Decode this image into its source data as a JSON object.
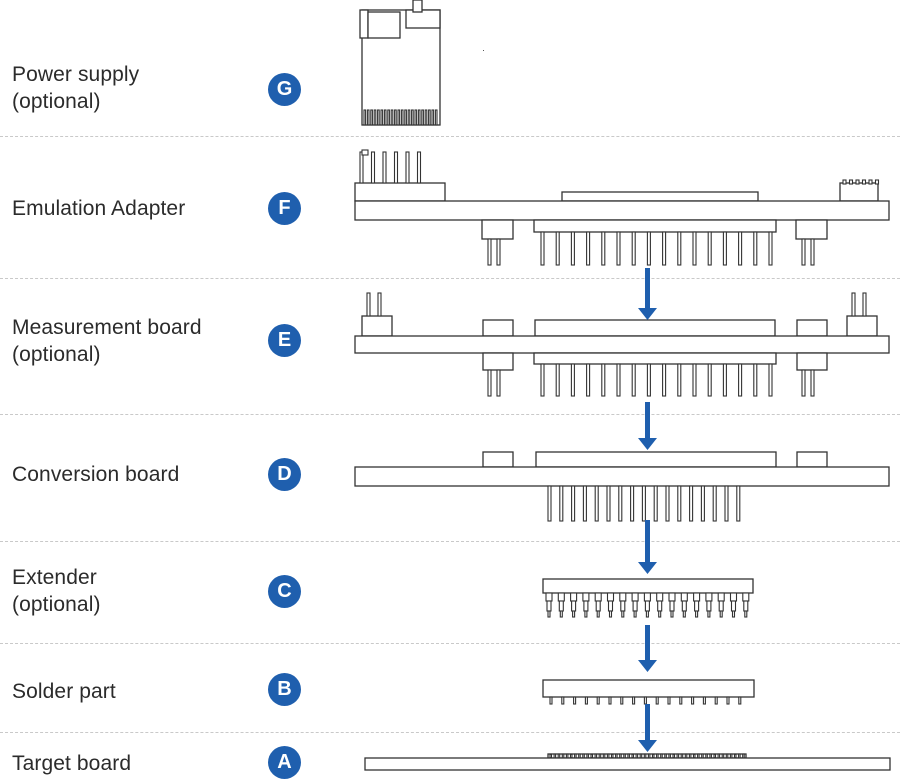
{
  "rows": [
    {
      "letter": "G",
      "label_lines": [
        "Power supply",
        "(optional)"
      ]
    },
    {
      "letter": "F",
      "label_lines": [
        "Emulation Adapter"
      ]
    },
    {
      "letter": "E",
      "label_lines": [
        "Measurement board",
        "(optional)"
      ]
    },
    {
      "letter": "D",
      "label_lines": [
        "Conversion board"
      ]
    },
    {
      "letter": "C",
      "label_lines": [
        "Extender",
        "(optional)"
      ]
    },
    {
      "letter": "B",
      "label_lines": [
        "Solder part"
      ]
    },
    {
      "letter": "A",
      "label_lines": [
        "Target board"
      ]
    }
  ],
  "colors": {
    "badge": "#1f5fae",
    "arrow": "#1f5fae",
    "outline": "#333333",
    "divider": "#c9c9c9"
  },
  "icons": {
    "assembly_arrow": "arrow-down-icon"
  }
}
